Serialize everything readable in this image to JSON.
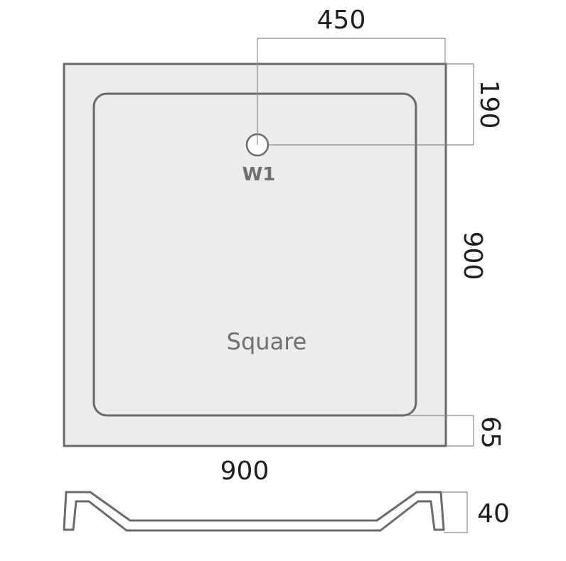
{
  "plan": {
    "shape_label": "Square",
    "waste_label": "W1"
  },
  "dimensions": {
    "waste_offset_x": "450",
    "waste_offset_y": "190",
    "depth": "900",
    "width": "900",
    "rim": "65",
    "height": "40"
  },
  "colors": {
    "outline": "#6a6a6a",
    "dim_line": "#8a8a8a",
    "tray_fill": "#ececec",
    "text": "#1e1e1e",
    "label": "#6f6f6f"
  }
}
